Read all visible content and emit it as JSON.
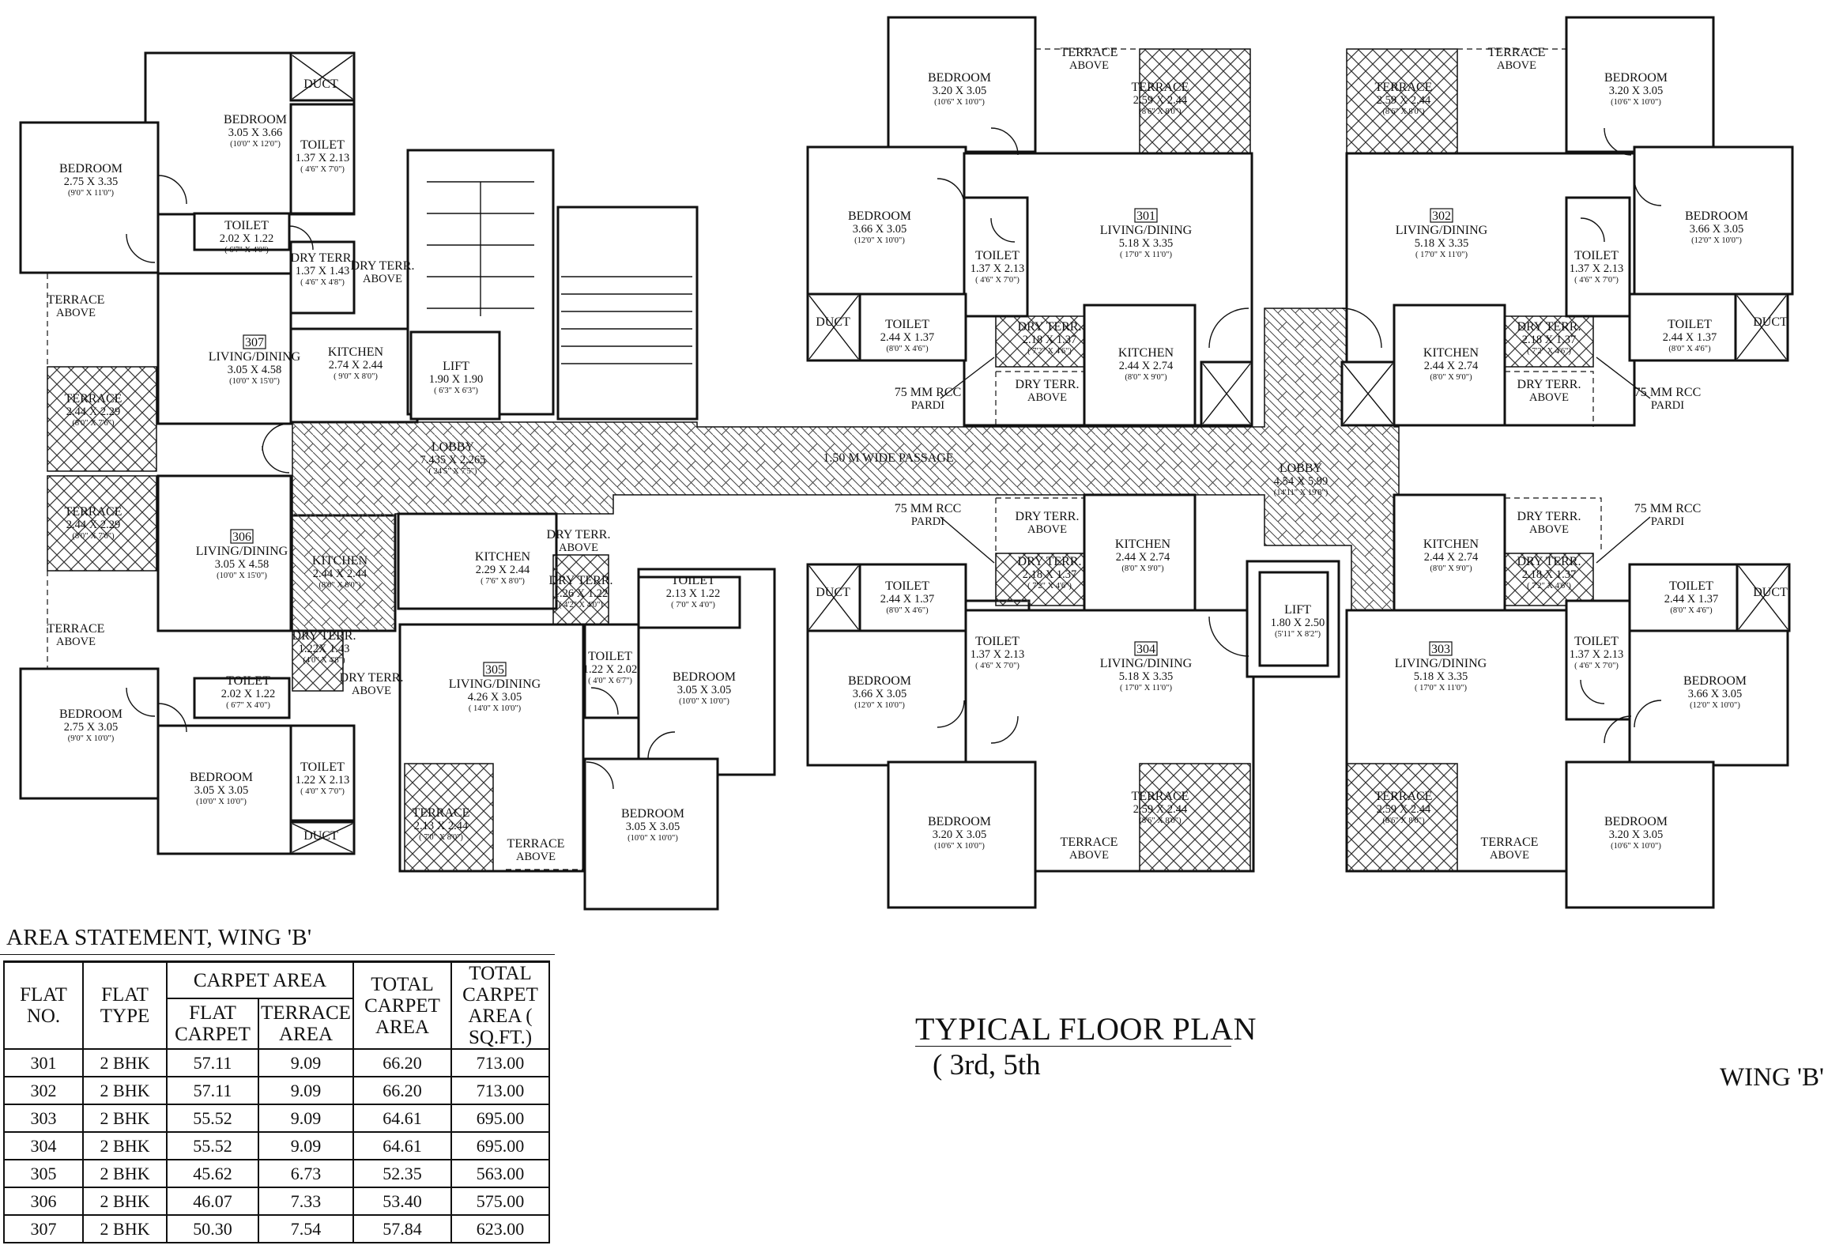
{
  "rooms": [
    {
      "name": "BEDROOM",
      "dim": "3.05 X 3.66",
      "sub": "(10'0\" X 12'0\")"
    },
    {
      "name": "DUCT",
      "dim": "",
      "sub": ""
    },
    {
      "name": "TOILET",
      "dim": "1.37 X 2.13",
      "sub": "( 4'6\" X 7'0\")"
    },
    {
      "name": "BEDROOM",
      "dim": "2.75 X 3.35",
      "sub": "(9'0\" X 11'0\")"
    },
    {
      "name": "TOILET",
      "dim": "2.02 X 1.22",
      "sub": "( 6'7\" X 4'0\")"
    },
    {
      "name": "DRY TERR.",
      "dim": "1.37 X 1.43",
      "sub": "( 4'6\" X 4'8\")"
    },
    {
      "name": "DRY TERR.",
      "dim": "ABOVE",
      "sub": ""
    },
    {
      "name": "TERRACE",
      "dim": "ABOVE",
      "sub": ""
    },
    {
      "name": "LIVING/DINING",
      "dim": "3.05 X 4.58",
      "sub": "(10'0\" X 15'0\")",
      "num": "307"
    },
    {
      "name": "KITCHEN",
      "dim": "2.74 X 2.44",
      "sub": "( 9'0\" X 8'0\")"
    },
    {
      "name": "LIFT",
      "dim": "1.90 X 1.90",
      "sub": "( 6'3\" X 6'3\")"
    },
    {
      "name": "TERRACE",
      "dim": "2.44 X 2.29",
      "sub": "(8'0\" X 7'6\")"
    },
    {
      "name": "LOBBY",
      "dim": "7.435 X 2.265",
      "sub": "( 24'5\" X 7'5\")"
    },
    {
      "name": "TERRACE",
      "dim": "2.44 X 2.29",
      "sub": "(8'0\" X 7'6\")"
    },
    {
      "name": "LIVING/DINING",
      "dim": "3.05 X 4.58",
      "sub": "(10'0\" X 15'0\")",
      "num": "306"
    },
    {
      "name": "KITCHEN",
      "dim": "2.44 X 2.44",
      "sub": "(8'0\" X 8'0\")"
    },
    {
      "name": "TERRACE",
      "dim": "ABOVE",
      "sub": ""
    },
    {
      "name": "DRY TERR.",
      "dim": "1.22X 1.43",
      "sub": "(4'0\" X 4'8\")"
    },
    {
      "name": "DRY TERR.",
      "dim": "ABOVE",
      "sub": ""
    },
    {
      "name": "TOILET",
      "dim": "2.02 X 1.22",
      "sub": "( 6'7\" X 4'0\")"
    },
    {
      "name": "BEDROOM",
      "dim": "2.75 X 3.05",
      "sub": "(9'0\" X 10'0\")"
    },
    {
      "name": "BEDROOM",
      "dim": "3.05 X 3.05",
      "sub": "(10'0\" X 10'0\")"
    },
    {
      "name": "TOILET",
      "dim": "1.22 X 2.13",
      "sub": "( 4'0\" X 7'0\")"
    },
    {
      "name": "DUCT",
      "dim": "",
      "sub": ""
    },
    {
      "name": "KITCHEN",
      "dim": "2.29 X 2.44",
      "sub": "( 7'6\" X 8'0\")"
    },
    {
      "name": "DRY TERR.",
      "dim": "ABOVE",
      "sub": ""
    },
    {
      "name": "DRY TERR.",
      "dim": "1.26 X 1.22",
      "sub": "( 4'2\" X 4'0\")"
    },
    {
      "name": "TOILET",
      "dim": "2.13 X 1.22",
      "sub": "( 7'0\" X 4'0\")"
    },
    {
      "name": "LIVING/DINING",
      "dim": "4.26 X 3.05",
      "sub": "( 14'0\" X 10'0\")",
      "num": "305"
    },
    {
      "name": "TOILET",
      "dim": "1.22 X 2.02",
      "sub": "( 4'0\" X 6'7\")"
    },
    {
      "name": "BEDROOM",
      "dim": "3.05 X 3.05",
      "sub": "(10'0\" X 10'0\")"
    },
    {
      "name": "TERRACE",
      "dim": "2.13 X 2.44",
      "sub": "( 7'0\" X 8'0\")"
    },
    {
      "name": "TERRACE",
      "dim": "ABOVE",
      "sub": ""
    },
    {
      "name": "BEDROOM",
      "dim": "3.05 X 3.05",
      "sub": "(10'0\" X 10'0\")"
    },
    {
      "name": "BEDROOM",
      "dim": "3.20 X 3.05",
      "sub": "(10'6\" X 10'0\")"
    },
    {
      "name": "TERRACE",
      "dim": "ABOVE",
      "sub": ""
    },
    {
      "name": "TERRACE",
      "dim": "2.59 X 2.44",
      "sub": "(8'6\" X 8'0\")"
    },
    {
      "name": "BEDROOM",
      "dim": "3.66 X 3.05",
      "sub": "(12'0\" X 10'0\")"
    },
    {
      "name": "LIVING/DINING",
      "dim": "5.18 X 3.35",
      "sub": "( 17'0\" X 11'0\")",
      "num": "301"
    },
    {
      "name": "TOILET",
      "dim": "1.37 X 2.13",
      "sub": "( 4'6\" X 7'0\")"
    },
    {
      "name": "DUCT",
      "dim": "",
      "sub": ""
    },
    {
      "name": "TOILET",
      "dim": "2.44 X 1.37",
      "sub": "(8'0\" X 4'6\")"
    },
    {
      "name": "DRY TERR.",
      "dim": "2.18 X 1.37",
      "sub": "( 7'2\" X 4'6\")"
    },
    {
      "name": "KITCHEN",
      "dim": "2.44 X 2.74",
      "sub": "(8'0\" X 9'0\")"
    },
    {
      "name": "DRY TERR.",
      "dim": "ABOVE",
      "sub": ""
    },
    {
      "name": "75 MM RCC",
      "dim": "PARDI",
      "sub": ""
    },
    {
      "name": "TERRACE",
      "dim": "ABOVE",
      "sub": ""
    },
    {
      "name": "TERRACE",
      "dim": "2.59 X 2.44",
      "sub": "(8'6\" X 8'0\")"
    },
    {
      "name": "BEDROOM",
      "dim": "3.20 X 3.05",
      "sub": "(10'6\" X 10'0\")"
    },
    {
      "name": "LIVING/DINING",
      "dim": "5.18 X 3.35",
      "sub": "( 17'0\" X 11'0\")",
      "num": "302"
    },
    {
      "name": "BEDROOM",
      "dim": "3.66 X 3.05",
      "sub": "(12'0\" X 10'0\")"
    },
    {
      "name": "TOILET",
      "dim": "1.37 X 2.13",
      "sub": "( 4'6\" X 7'0\")"
    },
    {
      "name": "TOILET",
      "dim": "2.44 X 1.37",
      "sub": "(8'0\" X 4'6\")"
    },
    {
      "name": "DUCT",
      "dim": "",
      "sub": ""
    },
    {
      "name": "KITCHEN",
      "dim": "2.44 X 2.74",
      "sub": "(8'0\" X 9'0\")"
    },
    {
      "name": "DRY TERR.",
      "dim": "2.18 X 1.37",
      "sub": "( 7'2\" X 4'6\")"
    },
    {
      "name": "DRY TERR.",
      "dim": "ABOVE",
      "sub": ""
    },
    {
      "name": "75 MM RCC",
      "dim": "PARDI",
      "sub": ""
    },
    {
      "name": "1.50 M WIDE PASSAGE",
      "dim": "",
      "sub": ""
    },
    {
      "name": "LOBBY",
      "dim": "4.54 X 5.99",
      "sub": "(14'11\" X 19'8\")"
    },
    {
      "name": "75 MM RCC",
      "dim": "PARDI",
      "sub": ""
    },
    {
      "name": "DRY TERR.",
      "dim": "ABOVE",
      "sub": ""
    },
    {
      "name": "DRY TERR.",
      "dim": "2.18 X 1.37",
      "sub": "( 7'2\" X 4'6\")"
    },
    {
      "name": "KITCHEN",
      "dim": "2.44 X 2.74",
      "sub": "(8'0\" X 9'0\")"
    },
    {
      "name": "DUCT",
      "dim": "",
      "sub": ""
    },
    {
      "name": "TOILET",
      "dim": "2.44 X 1.37",
      "sub": "(8'0\" X 4'6\")"
    },
    {
      "name": "TOILET",
      "dim": "1.37 X 2.13",
      "sub": "( 4'6\" X 7'0\")"
    },
    {
      "name": "BEDROOM",
      "dim": "3.66 X 3.05",
      "sub": "(12'0\" X 10'0\")"
    },
    {
      "name": "LIVING/DINING",
      "dim": "5.18 X 3.35",
      "sub": "( 17'0\" X 11'0\")",
      "num": "304"
    },
    {
      "name": "BEDROOM",
      "dim": "3.20 X 3.05",
      "sub": "(10'6\" X 10'0\")"
    },
    {
      "name": "TERRACE",
      "dim": "ABOVE",
      "sub": ""
    },
    {
      "name": "TERRACE",
      "dim": "2.59 X 2.44",
      "sub": "(8'6\" X 8'0\")"
    },
    {
      "name": "LIFT",
      "dim": "1.80 X 2.50",
      "sub": "(5'11\" X 8'2\")"
    },
    {
      "name": "KITCHEN",
      "dim": "2.44 X 2.74",
      "sub": "(8'0\" X 9'0\")"
    },
    {
      "name": "DRY TERR.",
      "dim": "ABOVE",
      "sub": ""
    },
    {
      "name": "DRY TERR.",
      "dim": "2.18 X 1.37",
      "sub": "( 7'2\" X 4'6\")"
    },
    {
      "name": "75 MM RCC",
      "dim": "PARDI",
      "sub": ""
    },
    {
      "name": "TOILET",
      "dim": "2.44 X 1.37",
      "sub": "(8'0\" X 4'6\")"
    },
    {
      "name": "DUCT",
      "dim": "",
      "sub": ""
    },
    {
      "name": "LIVING/DINING",
      "dim": "5.18 X 3.35",
      "sub": "( 17'0\" X 11'0\")",
      "num": "303"
    },
    {
      "name": "TOILET",
      "dim": "1.37 X 2.13",
      "sub": "( 4'6\" X 7'0\")"
    },
    {
      "name": "BEDROOM",
      "dim": "3.66 X 3.05",
      "sub": "(12'0\" X 10'0\")"
    },
    {
      "name": "TERRACE",
      "dim": "2.59 X 2.44",
      "sub": "(8'6\" X 8'0\")"
    },
    {
      "name": "TERRACE",
      "dim": "ABOVE",
      "sub": ""
    },
    {
      "name": "BEDROOM",
      "dim": "3.20 X 3.05",
      "sub": "(10'6\" X 10'0\")"
    }
  ],
  "area_statement": {
    "title": "AREA STATEMENT,  WING 'B'",
    "headers": {
      "flat_no": "FLAT NO.",
      "flat_type": "FLAT TYPE",
      "carpet_area": "CARPET AREA",
      "flat_carpet": "FLAT CARPET",
      "terrace_area": "TERRACE AREA",
      "total_carpet": "TOTAL CARPET AREA",
      "total_carpet_sqft": "TOTAL CARPET AREA ( SQ.FT.)"
    },
    "rows": [
      [
        "301",
        "2 BHK",
        "57.11",
        "9.09",
        "66.20",
        "713.00"
      ],
      [
        "302",
        "2 BHK",
        "57.11",
        "9.09",
        "66.20",
        "713.00"
      ],
      [
        "303",
        "2 BHK",
        "55.52",
        "9.09",
        "64.61",
        "695.00"
      ],
      [
        "304",
        "2 BHK",
        "55.52",
        "9.09",
        "64.61",
        "695.00"
      ],
      [
        "305",
        "2 BHK",
        "45.62",
        "6.73",
        "52.35",
        "563.00"
      ],
      [
        "306",
        "2 BHK",
        "46.07",
        "7.33",
        "53.40",
        "575.00"
      ],
      [
        "307",
        "2 BHK",
        "50.30",
        "7.54",
        "57.84",
        "623.00"
      ]
    ]
  },
  "plan_title": "TYPICAL FLOOR PLAN",
  "plan_subtitle": "( 3rd, 5th",
  "wing_label": "WING 'B'"
}
